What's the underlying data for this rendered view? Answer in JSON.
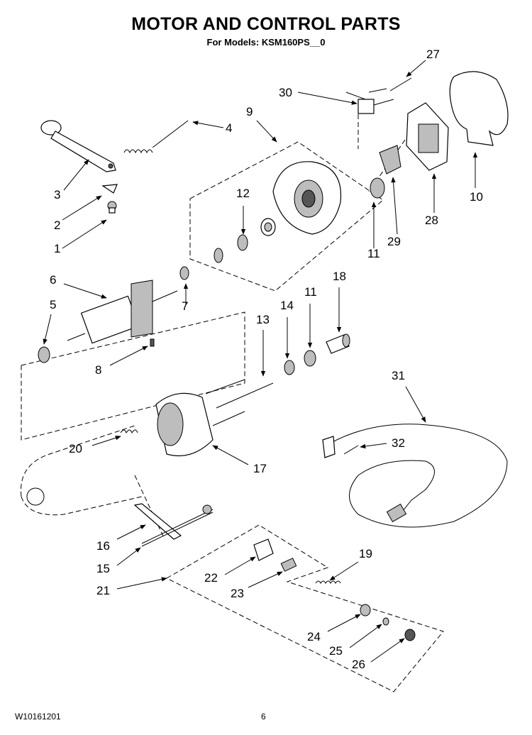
{
  "header": {
    "title": "MOTOR AND CONTROL PARTS",
    "subtitle": "For Models: KSM160PS__0"
  },
  "footer": {
    "doc_number": "W10161201",
    "page_number": "6"
  },
  "callouts": [
    "1",
    "2",
    "3",
    "4",
    "5",
    "6",
    "7",
    "8",
    "9",
    "10",
    "11",
    "11",
    "12",
    "13",
    "14",
    "15",
    "16",
    "17",
    "18",
    "19",
    "20",
    "21",
    "22",
    "23",
    "24",
    "25",
    "26",
    "27",
    "28",
    "29",
    "30",
    "31",
    "32"
  ]
}
